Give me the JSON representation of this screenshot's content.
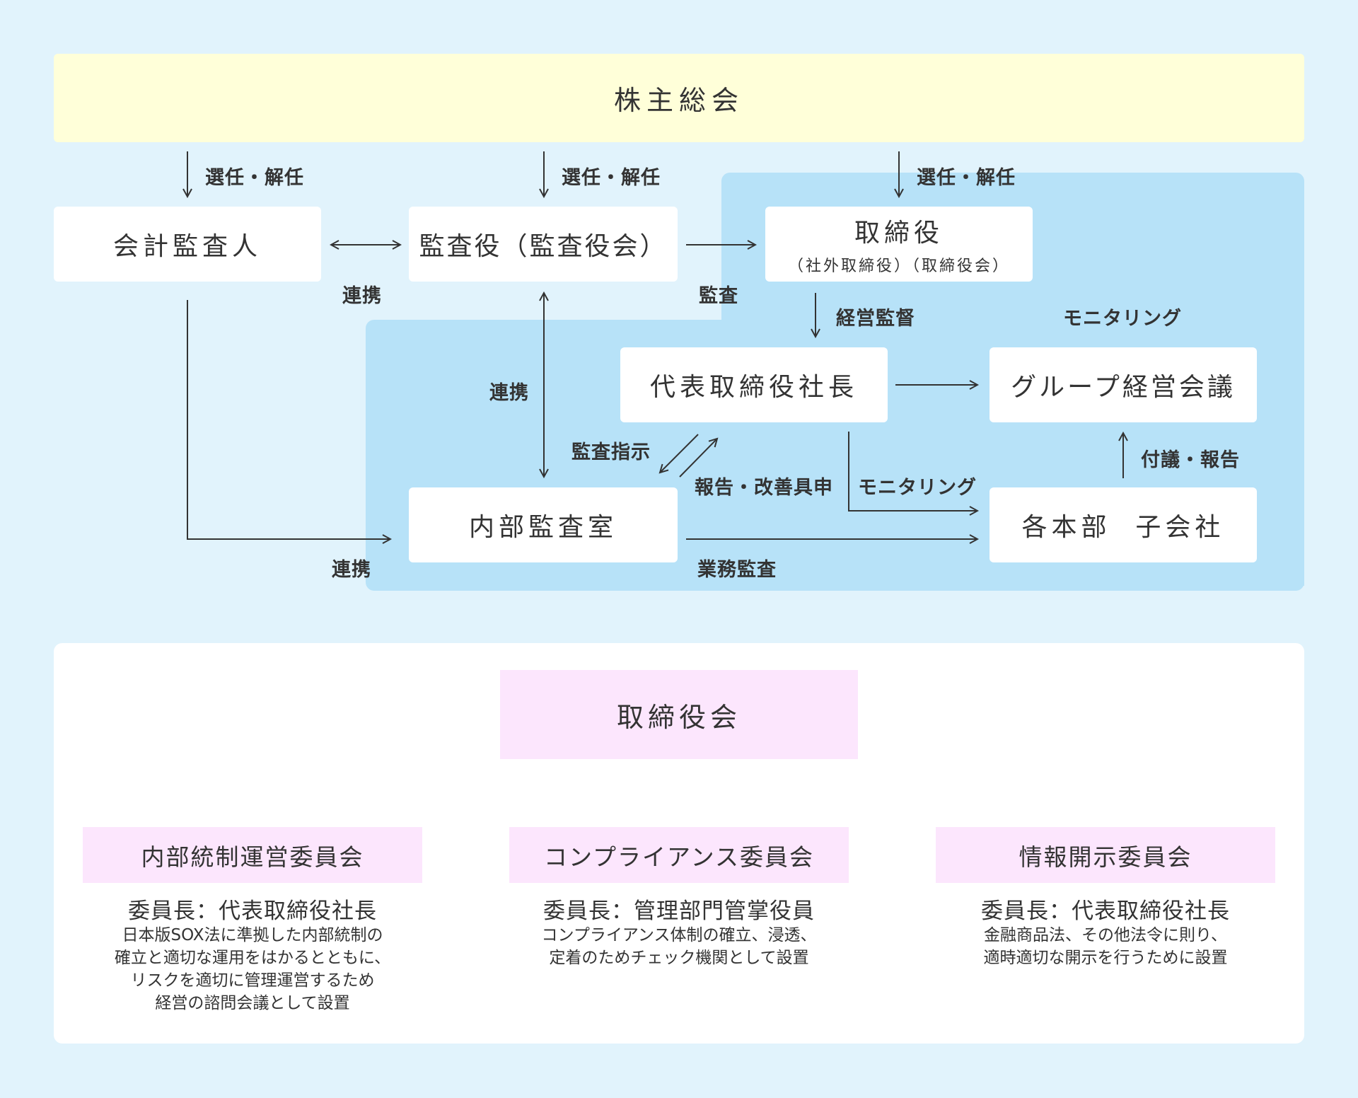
{
  "colors": {
    "page_bg": "#e1f3fc",
    "shareholders_bg": "#ffffd9",
    "blue_region": "#b7e2f8",
    "node_bg": "#ffffff",
    "committee_bg": "#fce6fd",
    "line": "#333333"
  },
  "top": {
    "shareholders": "株主総会",
    "elect_labels": [
      "選任・解任",
      "選任・解任",
      "選任・解任"
    ],
    "nodes": {
      "accounting_auditor": "会計監査人",
      "auditor": "監査役（監査役会）",
      "board": "取締役",
      "board_sub": "（社外取締役）（取締役会）",
      "president": "代表取締役社長",
      "group_meeting": "グループ経営会議",
      "internal_audit": "内部監査室",
      "divisions": "各本部  子会社"
    },
    "edge_labels": {
      "cooperation_1": "連携",
      "audit": "監査",
      "management_supervision": "経営監督",
      "monitoring_top": "モニタリング",
      "cooperation_2": "連携",
      "audit_instruction": "監査指示",
      "report_improve": "報告・改善具申",
      "monitoring_bottom": "モニタリング",
      "proposal_report": "付議・報告",
      "cooperation_3": "連携",
      "operational_audit": "業務監査"
    }
  },
  "lower": {
    "board": "取締役会",
    "committees": [
      {
        "title": "内部統制運営委員会",
        "chair": "委員長：代表取締役社長",
        "description": [
          "日本版SOX法に準拠した内部統制の",
          "確立と適切な運用をはかるとともに、",
          "リスクを適切に管理運営するため",
          "経営の諮問会議として設置"
        ]
      },
      {
        "title": "コンプライアンス委員会",
        "chair": "委員長：管理部門管掌役員",
        "description": [
          "コンプライアンス体制の確立、浸透、",
          "定着のためチェック機関として設置"
        ]
      },
      {
        "title": "情報開示委員会",
        "chair": "委員長：代表取締役社長",
        "description": [
          "金融商品法、その他法令に則り、",
          "適時適切な開示を行うために設置"
        ]
      }
    ]
  }
}
